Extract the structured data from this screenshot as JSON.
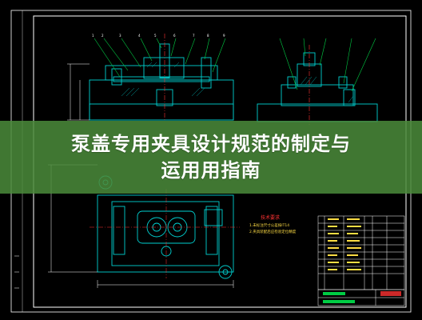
{
  "banner": {
    "title_line1": "泵盖专用夹具设计规范的制定与",
    "title_line2": "运用用指南"
  },
  "drawing": {
    "tech_notes_title": "技术要求",
    "tech_notes": [
      "1.未标注尺寸公差按IT14",
      "2.夹具装配后应检验定位精度"
    ]
  },
  "colors": {
    "background": "#000000",
    "frame": "#ffffff",
    "part": "#00d0d0",
    "dimension": "#ffffff",
    "leader": "#00cc44",
    "hatch": "#00a0a0",
    "banner": "#4a8a3a",
    "note_title": "#ff3333",
    "note_text": "#ffdd44"
  }
}
